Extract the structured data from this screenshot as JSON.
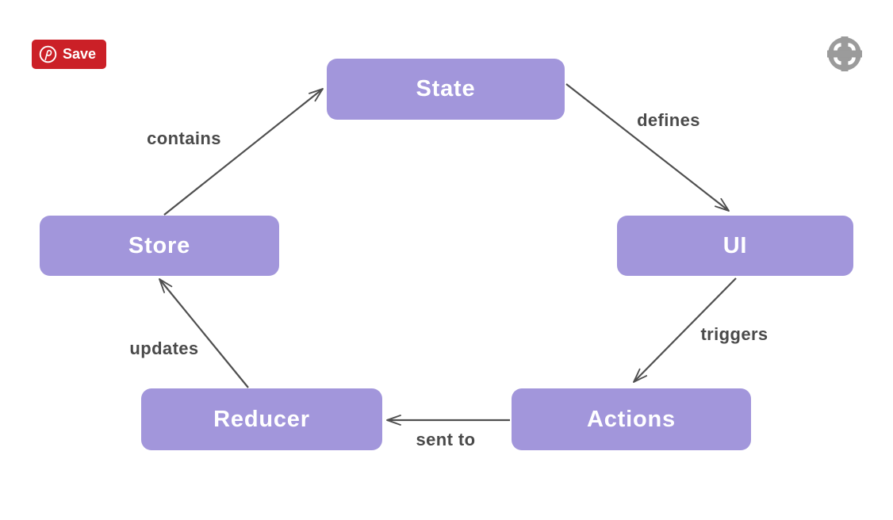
{
  "pinterest_save_button": {
    "label": "Save",
    "background_color": "#cb2027",
    "icon": "pinterest-logo"
  },
  "expand_button": {
    "icon": "expand-crosshair",
    "color": "#9b9b9b"
  },
  "diagram": {
    "type": "flowchart",
    "description": "Redux data flow cycle",
    "nodes": [
      {
        "id": "state",
        "label": "State"
      },
      {
        "id": "store",
        "label": "Store"
      },
      {
        "id": "ui",
        "label": "UI"
      },
      {
        "id": "actions",
        "label": "Actions"
      },
      {
        "id": "reducer",
        "label": "Reducer"
      }
    ],
    "edges": [
      {
        "from": "store",
        "to": "state",
        "label": "contains"
      },
      {
        "from": "state",
        "to": "ui",
        "label": "defines"
      },
      {
        "from": "ui",
        "to": "actions",
        "label": "triggers"
      },
      {
        "from": "actions",
        "to": "reducer",
        "label": "sent to"
      },
      {
        "from": "reducer",
        "to": "store",
        "label": "updates"
      }
    ],
    "colors": {
      "node_fill": "#a296db",
      "node_text": "#ffffff",
      "arrow": "#4f4f4f",
      "edge_label_text": "#4a4a4a",
      "background": "#ffffff"
    }
  }
}
